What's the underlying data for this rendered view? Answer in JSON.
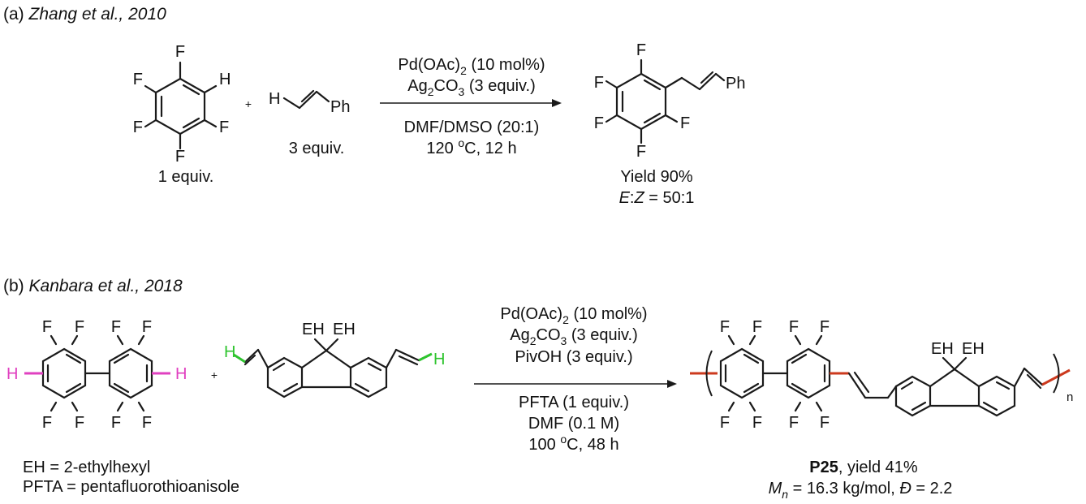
{
  "panel_a": {
    "label": "(a)",
    "citation": "Zhang et al., 2010",
    "reactant1_equiv": "1 equiv.",
    "plus": "+",
    "reactant2_equiv": "3 equiv.",
    "conditions": {
      "line1_pre": "Pd(OAc)",
      "line1_sub": "2",
      "line1_post": " (10 mol%)",
      "line2_pre": "Ag",
      "line2_sub1": "2",
      "line2_mid": "CO",
      "line2_sub2": "3",
      "line2_post": " (3 equiv.)",
      "line3": "DMF/DMSO (20:1)",
      "line4_pre": "120 ",
      "line4_sup": "o",
      "line4_post": "C, 12 h"
    },
    "product_yield": "Yield 90%",
    "product_ratio_E": "E",
    "product_ratio_colon": ":",
    "product_ratio_Z": "Z",
    "product_ratio_value": " = 50:1"
  },
  "panel_b": {
    "label": "(b)",
    "citation": "Kanbara et al., 2018",
    "plus": "+",
    "conditions": {
      "line1_pre": "Pd(OAc)",
      "line1_sub": "2",
      "line1_post": " (10 mol%)",
      "line2_pre": "Ag",
      "line2_sub1": "2",
      "line2_mid": "CO",
      "line2_sub2": "3",
      "line2_post": " (3 equiv.)",
      "line3": "PivOH (3 equiv.)",
      "line4": "PFTA (1 equiv.)",
      "line5": "DMF (0.1 M)",
      "line6_pre": "100 ",
      "line6_sup": "o",
      "line6_post": "C, 48 h"
    },
    "legend_eh": "EH = 2-ethylhexyl",
    "legend_pfta": "PFTA = pentafluorothioanisole",
    "product_code": "P25",
    "product_yield": ", yield 41%",
    "mn_symbol": "M",
    "mn_sub": "n",
    "mn_value": " = 16.3 kg/mol, ",
    "pdi_symbol": "Đ",
    "pdi_value": " = 2.2",
    "repeat_n": "n"
  },
  "atoms": {
    "F": "F",
    "H": "H",
    "Ph": "Ph",
    "EH": "EH"
  },
  "colors": {
    "h_magenta": "#e040c0",
    "h_green": "#2ec42e",
    "bond_red": "#cc3a1e"
  }
}
